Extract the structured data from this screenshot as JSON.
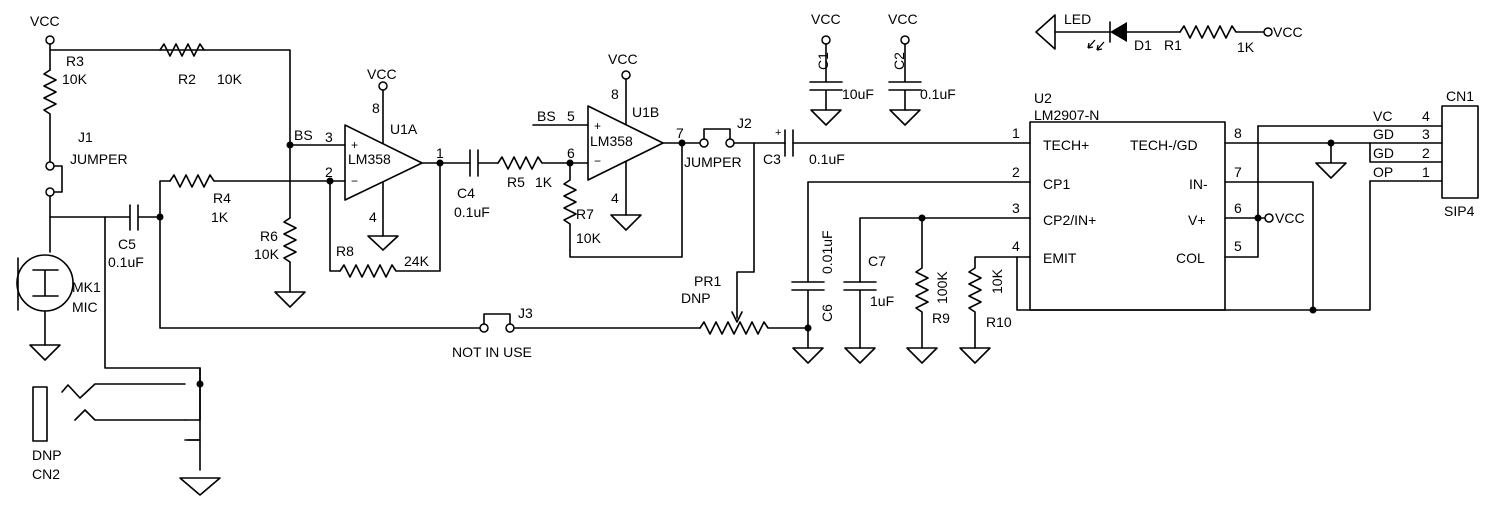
{
  "labels": {
    "vcc": "VCC",
    "r3": "R3",
    "r3_val": "10K",
    "r2": "R2",
    "r2_val": "10K",
    "j1": "J1",
    "j1_type": "JUMPER",
    "bs_u1a": "BS",
    "pin3": "3",
    "pin2": "2",
    "pin1": "1",
    "pin8": "8",
    "pin4": "4",
    "pin5": "5",
    "pin6": "6",
    "pin7": "7",
    "lm358": "LM358",
    "u1a": "U1A",
    "u1b": "U1B",
    "r4": "R4",
    "r4_val": "1K",
    "c5": "C5",
    "c5_val": "0.1uF",
    "r6": "R6",
    "r6_val": "10K",
    "r8": "R8",
    "r8_val": "24K",
    "mk1": "MK1",
    "mk1_type": "MIC",
    "c4": "C4",
    "c4_val": "0.1uF",
    "r5": "R5",
    "r5_val": "1K",
    "r7": "R7",
    "r7_val": "10K",
    "bs_u1b": "BS",
    "j2": "J2",
    "j2_type": "JUMPER",
    "j3": "J3",
    "j3_note": "NOT IN USE",
    "pr1": "PR1",
    "pr1_note": "DNP",
    "c3": "C3",
    "c3_val": "0.1uF",
    "c1": "C1",
    "c1_val": "10uF",
    "c2": "C2",
    "c2_val": "0.1uF",
    "led": "LED",
    "d1": "D1",
    "r1": "R1",
    "r1_val": "1K",
    "u2": "U2",
    "u2_part": "LM2907-N",
    "u2_p1": "TECH+",
    "u2_p2": "CP1",
    "u2_p3": "CP2/IN+",
    "u2_p4": "EMIT",
    "u2_p5": "COL",
    "u2_p6": "V+",
    "u2_p7": "IN-",
    "u2_p8": "TECH-/GD",
    "c6": "C6",
    "c6_val": "0.01uF",
    "c7": "C7",
    "c7_val": "1uF",
    "r9": "R9",
    "r9_val": "100K",
    "r10": "R10",
    "r10_val": "10K",
    "cn1": "CN1",
    "cn1_type": "SIP4",
    "cn1_vc": "VC",
    "cn1_gd3": "GD",
    "cn1_gd2": "GD",
    "cn1_op": "OP",
    "cn2_note": "DNP",
    "cn2": "CN2"
  }
}
